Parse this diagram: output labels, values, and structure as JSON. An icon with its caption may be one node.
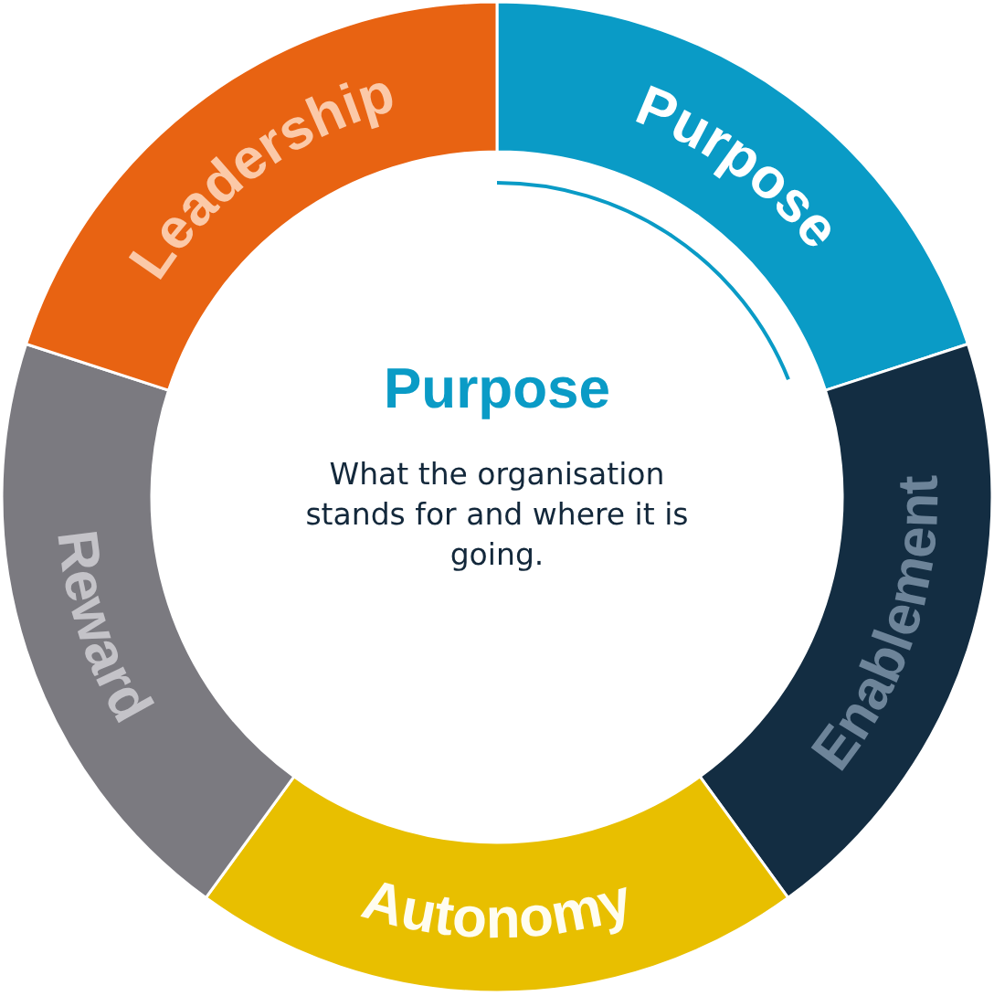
{
  "diagram": {
    "nodes": [
      {
        "text": [
          "Purpose"
        ]
      },
      {
        "text": [
          "Enablement"
        ]
      },
      {
        "text": [
          "Autonomy"
        ]
      },
      {
        "text": [
          "Reward"
        ]
      },
      {
        "text": [
          "Leadership"
        ]
      },
      {
        "text": [
          "Purpose",
          "What the organisation stands for and where it is going."
        ]
      }
    ]
  }
}
